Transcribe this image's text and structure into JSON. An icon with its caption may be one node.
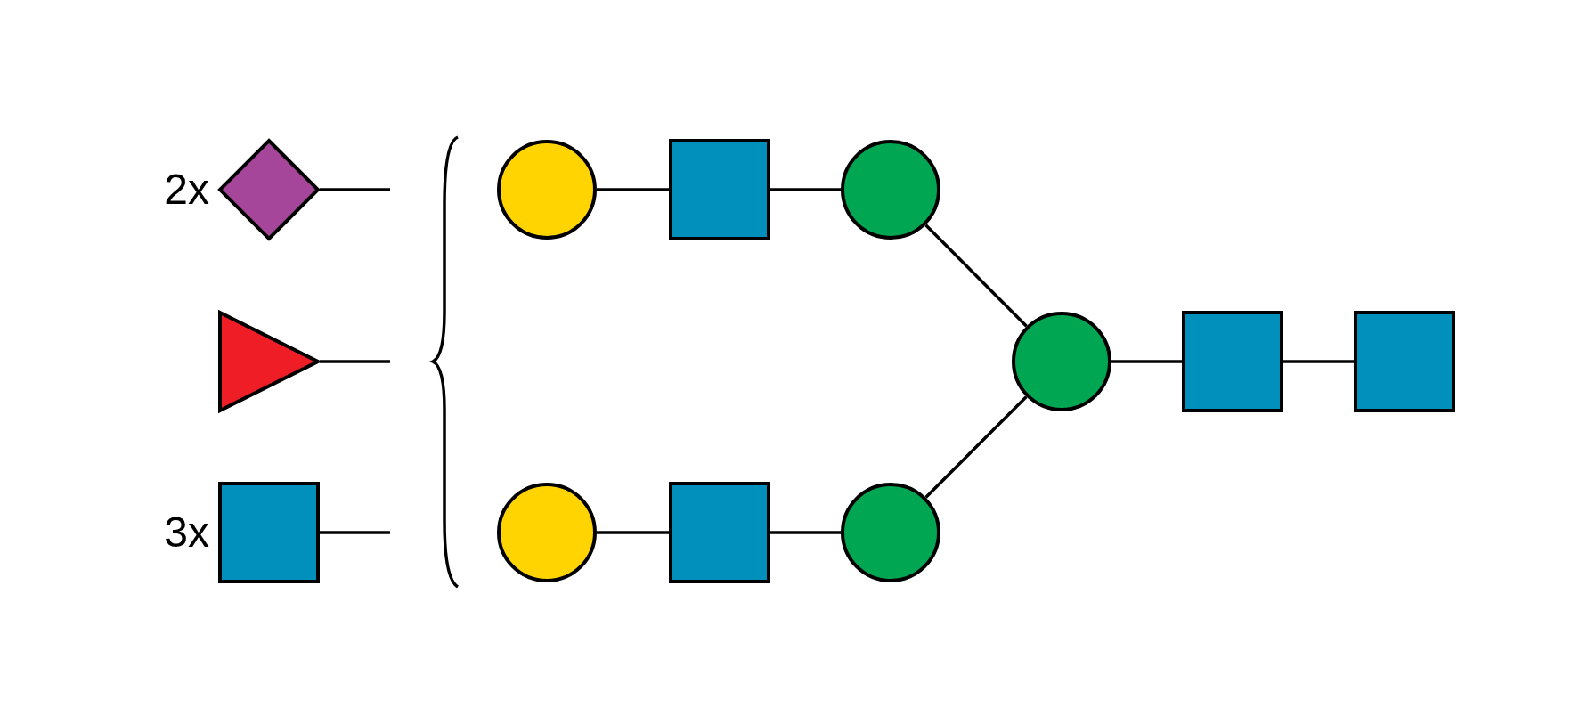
{
  "diagram": {
    "nodes": [
      {
        "text": [],
        "shape": "diamond",
        "beside": [
          "2x"
        ]
      },
      {
        "text": [],
        "shape": "triangle"
      },
      {
        "text": [],
        "shape": "box",
        "beside": [
          "3x"
        ]
      },
      {
        "text": [],
        "shape": "circle"
      },
      {
        "text": [],
        "shape": "box"
      },
      {
        "text": [],
        "shape": "circle"
      },
      {
        "text": [],
        "shape": "circle"
      },
      {
        "text": [],
        "shape": "box"
      },
      {
        "text": [],
        "shape": "circle"
      },
      {
        "text": [],
        "shape": "circle"
      },
      {
        "text": [],
        "shape": "box"
      },
      {
        "text": [],
        "shape": "box"
      }
    ],
    "edges": [
      {
        "from": 0,
        "to": null,
        "arrow": "none"
      },
      {
        "from": 1,
        "to": null,
        "arrow": "none"
      },
      {
        "from": 2,
        "to": null,
        "arrow": "none"
      },
      {
        "from": 3,
        "to": 4,
        "arrow": "none"
      },
      {
        "from": 4,
        "to": 5,
        "arrow": "none"
      },
      {
        "from": 5,
        "to": 9,
        "arrow": "none"
      },
      {
        "from": 6,
        "to": 7,
        "arrow": "none"
      },
      {
        "from": 7,
        "to": 8,
        "arrow": "none"
      },
      {
        "from": 8,
        "to": 9,
        "arrow": "none"
      },
      {
        "from": 9,
        "to": 10,
        "arrow": "none"
      },
      {
        "from": 10,
        "to": 11,
        "arrow": "none"
      }
    ]
  }
}
